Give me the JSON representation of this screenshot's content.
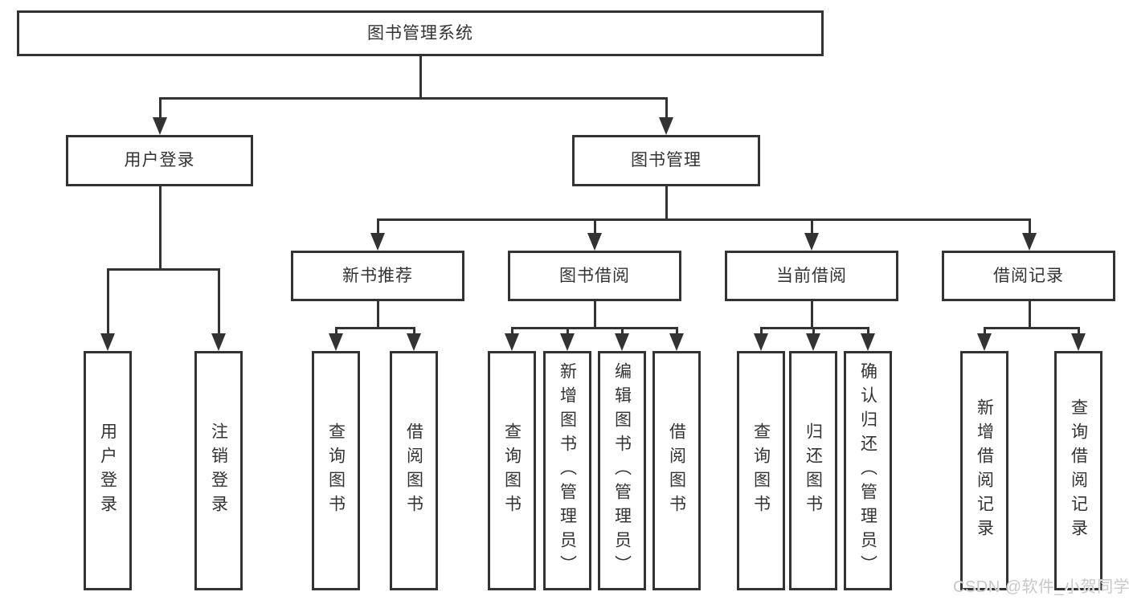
{
  "colors": {
    "line": "#333333",
    "background": "#ffffff",
    "watermark_text": "#c8c8c8"
  },
  "watermark": {
    "text": "CSDN @软件_小贺同学"
  },
  "tree": {
    "root": {
      "label": "图书管理系统"
    },
    "branches": [
      {
        "label": "用户登录",
        "children": [
          {
            "label": "用户登录"
          },
          {
            "label": "注销登录"
          }
        ]
      },
      {
        "label": "图书管理",
        "children": [
          {
            "label": "新书推荐",
            "children": [
              {
                "label": "查询图书"
              },
              {
                "label": "借阅图书"
              }
            ]
          },
          {
            "label": "图书借阅",
            "children": [
              {
                "label": "查询图书"
              },
              {
                "label": "新增图书（管理员）"
              },
              {
                "label": "编辑图书（管理员）"
              },
              {
                "label": "借阅图书"
              }
            ]
          },
          {
            "label": "当前借阅",
            "children": [
              {
                "label": "查询图书"
              },
              {
                "label": "归还图书"
              },
              {
                "label": "确认归还（管理员）"
              }
            ]
          },
          {
            "label": "借阅记录",
            "children": [
              {
                "label": "新增借阅记录"
              },
              {
                "label": "查询借阅记录"
              }
            ]
          }
        ]
      }
    ]
  }
}
